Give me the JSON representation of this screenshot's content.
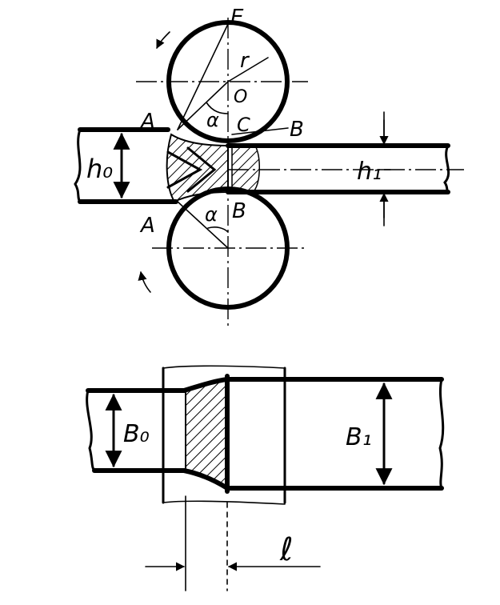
{
  "colors": {
    "ink": "#000000",
    "paper": "#ffffff"
  },
  "top_view": {
    "labels": {
      "E": "E",
      "r": "r",
      "O": "O",
      "A_top": "A",
      "alpha_top": "α",
      "C": "C",
      "B_top": "B",
      "h0": "h₀",
      "h1": "h₁",
      "A_bottom": "A",
      "alpha_bottom": "α",
      "B_bottom": "B"
    }
  },
  "plan_view": {
    "labels": {
      "B0": "B₀",
      "B1": "B₁",
      "l": "ℓ"
    }
  }
}
